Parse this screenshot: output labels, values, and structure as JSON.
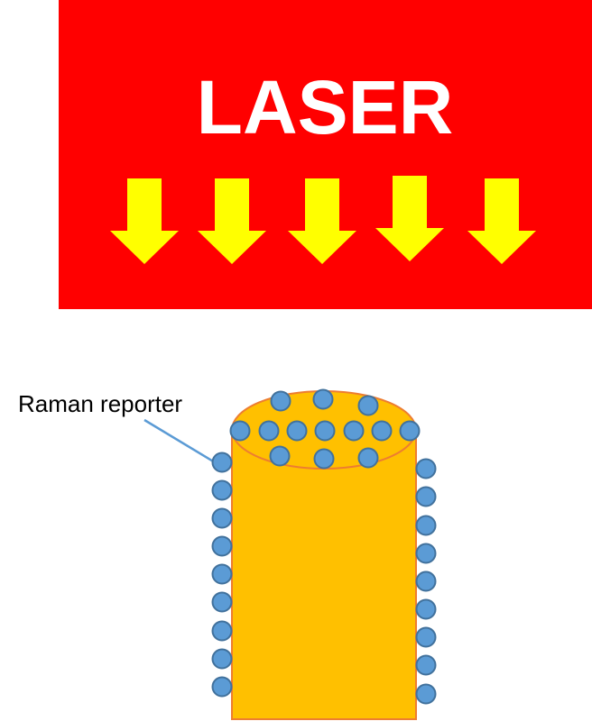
{
  "laser": {
    "label": "LASER",
    "arrow_count": 5
  },
  "annotation": {
    "label": "Raman reporter"
  },
  "colors": {
    "laser_bg": "#FF0000",
    "arrow": "#FFFF00",
    "rod": "#FFC000",
    "rod_outline": "#ED7D31",
    "reporter": "#5B9BD5",
    "reporter_outline": "#41719C"
  }
}
